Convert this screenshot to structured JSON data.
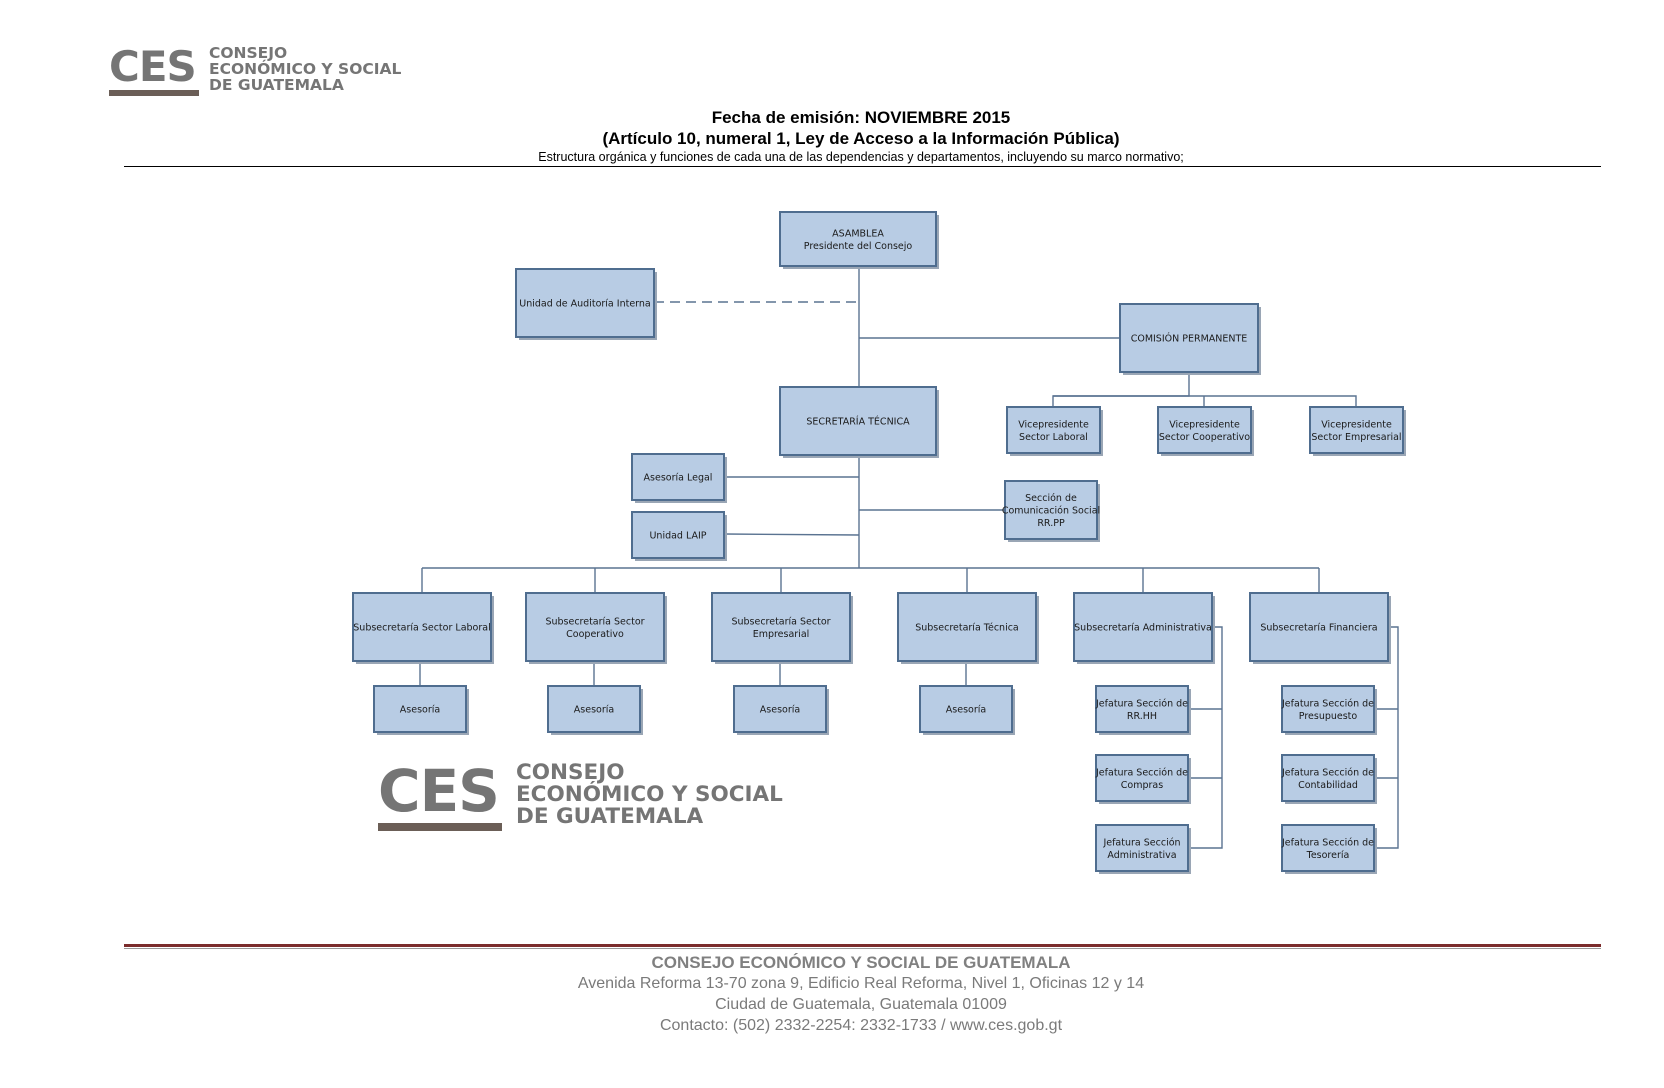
{
  "logo": {
    "abbr": "CES",
    "line1": "CONSEJO",
    "line2": "ECONÓMICO Y SOCIAL",
    "line3": "DE GUATEMALA"
  },
  "header": {
    "date_line": "Fecha de emisión: NOVIEMBRE 2015",
    "article_line": "(Artículo 10, numeral 1, Ley de Acceso a la Información Pública)",
    "description": "Estructura orgánica y funciones de cada una de las dependencias y departamentos, incluyendo su marco normativo;"
  },
  "org_chart": {
    "asamblea": [
      "ASAMBLEA",
      "Presidente del Consejo"
    ],
    "auditoria": [
      "Unidad de Auditoría Interna"
    ],
    "comision": [
      "COMISIÓN PERMANENTE"
    ],
    "secretaria": [
      "SECRETARÍA TÉCNICA"
    ],
    "vp_laboral": [
      "Vicepresidente",
      "Sector Laboral"
    ],
    "vp_cooperativo": [
      "Vicepresidente",
      "Sector Cooperativo"
    ],
    "vp_empresarial": [
      "Vicepresidente",
      "Sector Empresarial"
    ],
    "asesoria_legal": [
      "Asesoría Legal"
    ],
    "unidad_laip": [
      "Unidad LAIP"
    ],
    "comunicacion": [
      "Sección de",
      "Comunicación Social",
      "RR.PP"
    ],
    "sub_laboral": [
      "Subsecretaría Sector Laboral"
    ],
    "sub_cooperativo": [
      "Subsecretaría Sector",
      "Cooperativo"
    ],
    "sub_empresarial": [
      "Subsecretaría Sector",
      "Empresarial"
    ],
    "sub_tecnica": [
      "Subsecretaría Técnica"
    ],
    "sub_administrativa": [
      "Subsecretaría Administrativa"
    ],
    "sub_financiera": [
      "Subsecretaría Financiera"
    ],
    "asesoria_1": [
      "Asesoría"
    ],
    "asesoria_2": [
      "Asesoría"
    ],
    "asesoria_3": [
      "Asesoría"
    ],
    "asesoria_4": [
      "Asesoría"
    ],
    "jef_rrhh": [
      "Jefatura Sección de",
      "RR.HH"
    ],
    "jef_compras": [
      "Jefatura Sección de",
      "Compras"
    ],
    "jef_administrativa": [
      "Jefatura Sección",
      "Administrativa"
    ],
    "jef_presupuesto": [
      "Jefatura Sección de",
      "Presupuesto"
    ],
    "jef_contabilidad": [
      "Jefatura Sección de",
      "Contabilidad"
    ],
    "jef_tesoreria": [
      "Jefatura Sección de",
      "Tesorería"
    ]
  },
  "footer": {
    "org_name": "CONSEJO ECONÓMICO Y SOCIAL DE GUATEMALA",
    "address": "Avenida Reforma 13-70 zona 9, Edificio Real Reforma, Nivel 1, Oficinas 12 y 14",
    "city": "Ciudad de Guatemala, Guatemala 01009",
    "contact": "Contacto: (502) 2332-2254: 2332-1733 /  www.ces.gob.gt"
  },
  "colors": {
    "box_fill": "#b8cce4",
    "box_border": "#4f6d8f",
    "logo_gray": "#757575",
    "footer_rule": "#7b2c2c"
  }
}
